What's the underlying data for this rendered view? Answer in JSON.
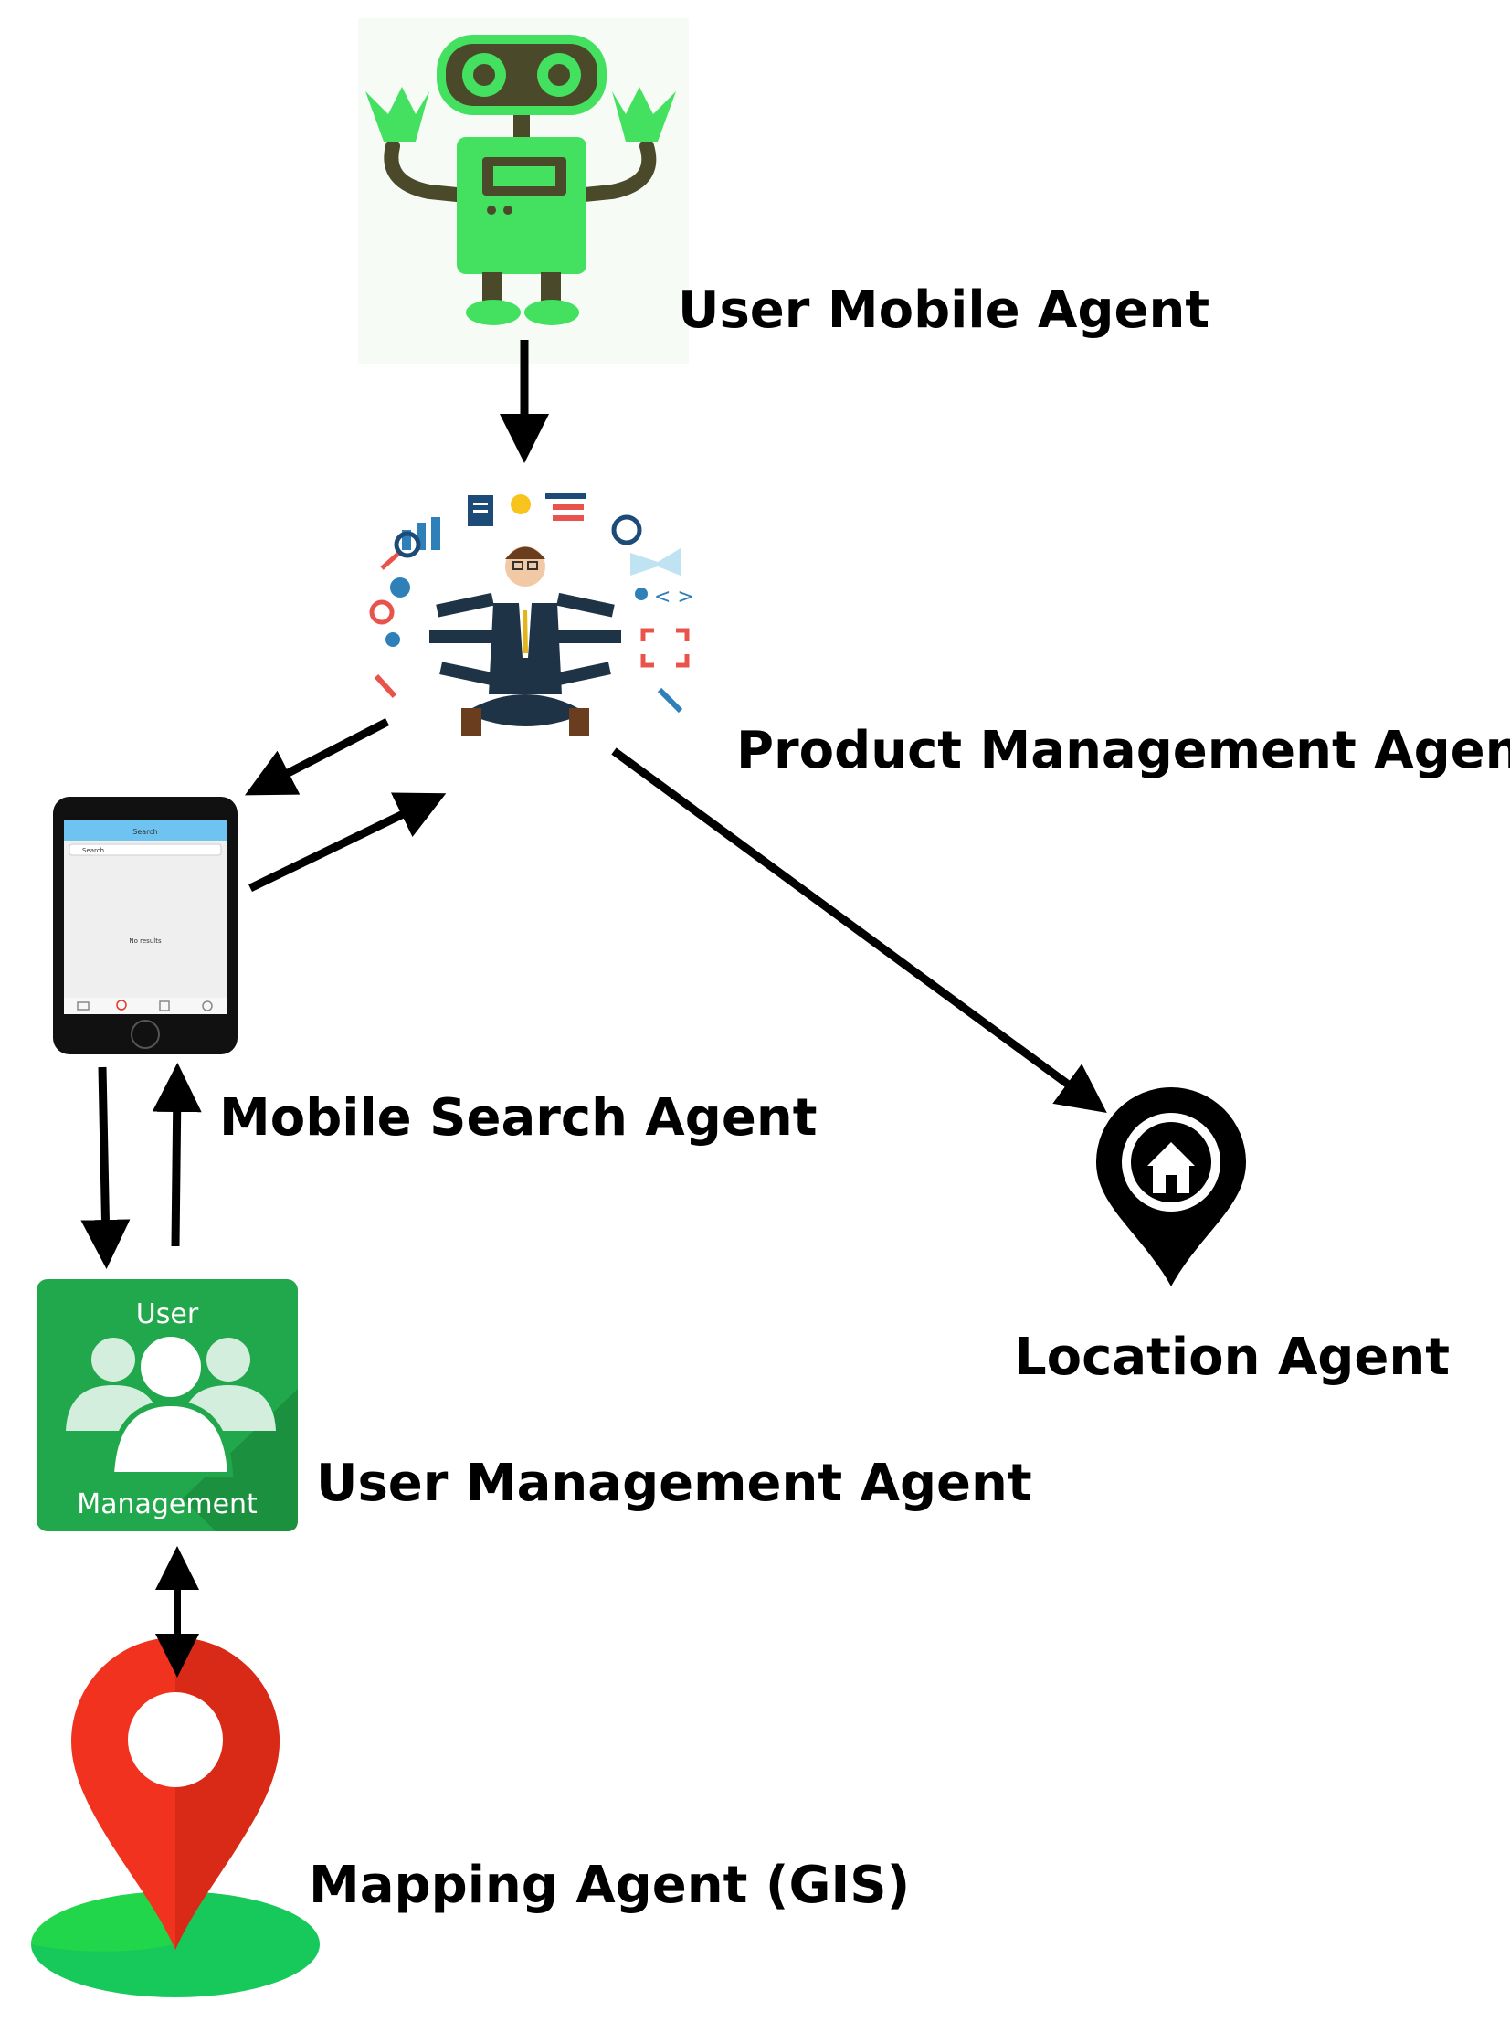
{
  "nodes": {
    "user_mobile_agent": {
      "label": "User Mobile Agent"
    },
    "product_management_agent": {
      "label": "Product Management Agent"
    },
    "mobile_search_agent": {
      "label": "Mobile Search Agent",
      "screen": {
        "title": "Search",
        "search_placeholder": "Search",
        "empty_text": "No results"
      }
    },
    "user_management_agent": {
      "label": "User Management Agent",
      "tile": {
        "top_text": "User",
        "bottom_text": "Management"
      }
    },
    "location_agent": {
      "label": "Location Agent"
    },
    "mapping_agent": {
      "label": "Mapping Agent (GIS)"
    }
  },
  "edges": [
    {
      "from": "User Mobile Agent",
      "to": "Product Management Agent"
    },
    {
      "from": "Product Management Agent",
      "to": "Mobile Search Agent"
    },
    {
      "from": "Mobile Search Agent",
      "to": "Product Management Agent"
    },
    {
      "from": "Product Management Agent",
      "to": "Location Agent"
    },
    {
      "from": "Mobile Search Agent",
      "to": "User Management Agent"
    },
    {
      "from": "User Management Agent",
      "to": "Mobile Search Agent"
    },
    {
      "from": "User Management Agent",
      "to": "Mapping Agent (GIS)",
      "bidirectional": true
    }
  ],
  "colors": {
    "robot": "#44e060",
    "robot_dark": "#4a4a2a",
    "tile_green": "#22a84c",
    "map_pin_red": "#f0321e",
    "map_ground_green": "#17c95a",
    "phone_header": "#6ec3f0",
    "location_pin": "#000000"
  },
  "icons": [
    "robot-icon",
    "businessman-icon",
    "smartphone-icon",
    "user-management-icon",
    "house-pin-icon",
    "map-pin-icon"
  ]
}
